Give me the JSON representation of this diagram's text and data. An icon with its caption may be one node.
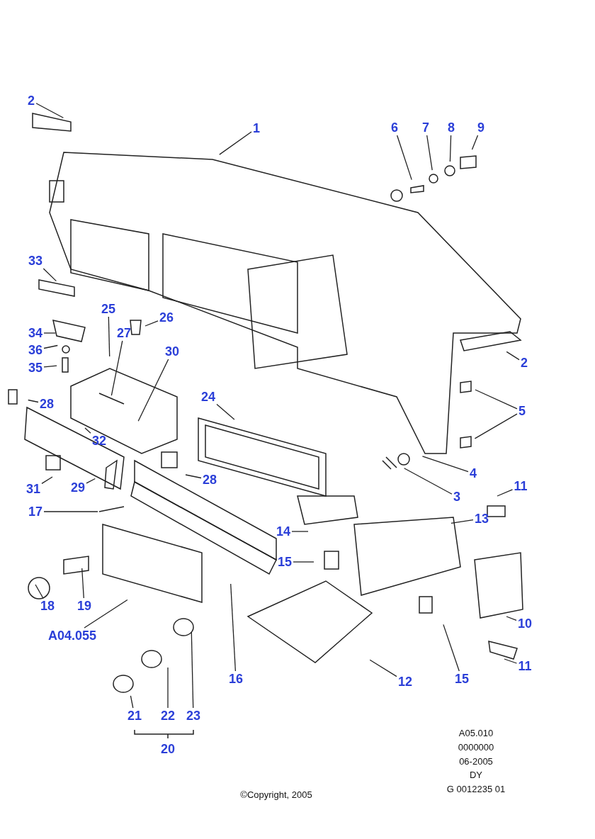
{
  "diagram": {
    "nodes": [
      {
        "text": [
          "2"
        ]
      },
      {
        "text": [
          "1"
        ]
      },
      {
        "text": [
          "6"
        ]
      },
      {
        "text": [
          "7"
        ]
      },
      {
        "text": [
          "8"
        ]
      },
      {
        "text": [
          "9"
        ]
      },
      {
        "text": [
          "33"
        ]
      },
      {
        "text": [
          "25"
        ]
      },
      {
        "text": [
          "26"
        ]
      },
      {
        "text": [
          "27"
        ]
      },
      {
        "text": [
          "34"
        ]
      },
      {
        "text": [
          "36"
        ]
      },
      {
        "text": [
          "30"
        ]
      },
      {
        "text": [
          "2"
        ]
      },
      {
        "text": [
          "35"
        ]
      },
      {
        "text": [
          "24"
        ]
      },
      {
        "text": [
          "28"
        ]
      },
      {
        "text": [
          "5"
        ]
      },
      {
        "text": [
          "32"
        ]
      },
      {
        "text": [
          "4"
        ]
      },
      {
        "text": [
          "28"
        ]
      },
      {
        "text": [
          "11"
        ]
      },
      {
        "text": [
          "31"
        ]
      },
      {
        "text": [
          "29"
        ]
      },
      {
        "text": [
          "3"
        ]
      },
      {
        "text": [
          "17"
        ]
      },
      {
        "text": [
          "13"
        ]
      },
      {
        "text": [
          "14"
        ]
      },
      {
        "text": [
          "15"
        ]
      },
      {
        "text": [
          "18"
        ]
      },
      {
        "text": [
          "19"
        ]
      },
      {
        "text": [
          "10"
        ]
      },
      {
        "text": [
          "A04.055"
        ]
      },
      {
        "text": [
          "11"
        ]
      },
      {
        "text": [
          "16"
        ]
      },
      {
        "text": [
          "15"
        ]
      },
      {
        "text": [
          "12"
        ]
      },
      {
        "text": [
          "21"
        ]
      },
      {
        "text": [
          "22"
        ]
      },
      {
        "text": [
          "23"
        ]
      }
    ],
    "edges": [
      {
        "from": 0,
        "to": null,
        "arrow": "none"
      },
      {
        "from": 1,
        "to": null,
        "arrow": "none"
      },
      {
        "from": 2,
        "to": null,
        "arrow": "none"
      },
      {
        "from": 3,
        "to": null,
        "arrow": "none"
      },
      {
        "from": 4,
        "to": null,
        "arrow": "none"
      },
      {
        "from": 5,
        "to": null,
        "arrow": "none"
      },
      {
        "from": 6,
        "to": null,
        "arrow": "none"
      },
      {
        "from": 7,
        "to": null,
        "arrow": "none"
      },
      {
        "from": 8,
        "to": null,
        "arrow": "none"
      },
      {
        "from": 9,
        "to": null,
        "arrow": "none"
      },
      {
        "from": 10,
        "to": null,
        "arrow": "none"
      },
      {
        "from": 11,
        "to": null,
        "arrow": "none"
      },
      {
        "from": 12,
        "to": null,
        "arrow": "none"
      },
      {
        "from": 13,
        "to": null,
        "arrow": "none"
      },
      {
        "from": 14,
        "to": null,
        "arrow": "none"
      },
      {
        "from": 15,
        "to": null,
        "arrow": "none"
      },
      {
        "from": 16,
        "to": null,
        "arrow": "none"
      },
      {
        "from": 17,
        "to": null,
        "arrow": "none"
      },
      {
        "from": 17,
        "to": null,
        "arrow": "none"
      },
      {
        "from": 18,
        "to": null,
        "arrow": "none"
      },
      {
        "from": 19,
        "to": null,
        "arrow": "none"
      },
      {
        "from": 20,
        "to": null,
        "arrow": "none"
      },
      {
        "from": 21,
        "to": null,
        "arrow": "none"
      },
      {
        "from": 22,
        "to": null,
        "arrow": "none"
      },
      {
        "from": 23,
        "to": null,
        "arrow": "none"
      },
      {
        "from": 24,
        "to": null,
        "arrow": "none"
      },
      {
        "from": 25,
        "to": null,
        "arrow": "none"
      },
      {
        "from": 26,
        "to": null,
        "arrow": "none"
      },
      {
        "from": 27,
        "to": null,
        "arrow": "none"
      },
      {
        "from": 28,
        "to": null,
        "arrow": "none"
      },
      {
        "from": 29,
        "to": null,
        "arrow": "none"
      },
      {
        "from": 30,
        "to": null,
        "arrow": "none"
      },
      {
        "from": 31,
        "to": null,
        "arrow": "none"
      },
      {
        "from": 32,
        "to": null,
        "arrow": "none"
      },
      {
        "from": 33,
        "to": null,
        "arrow": "none"
      },
      {
        "from": 34,
        "to": null,
        "arrow": "none"
      },
      {
        "from": 35,
        "to": null,
        "arrow": "none"
      },
      {
        "from": 36,
        "to": null,
        "arrow": "none"
      },
      {
        "from": 37,
        "to": null,
        "arrow": "none"
      },
      {
        "from": 38,
        "to": null,
        "arrow": "none"
      },
      {
        "from": 39,
        "to": null,
        "arrow": "none"
      }
    ],
    "labels": [
      "20",
      "A05.010",
      "0000000",
      "06-2005",
      "DY",
      "G 0012235 01",
      "©Copyright, 2005"
    ]
  }
}
